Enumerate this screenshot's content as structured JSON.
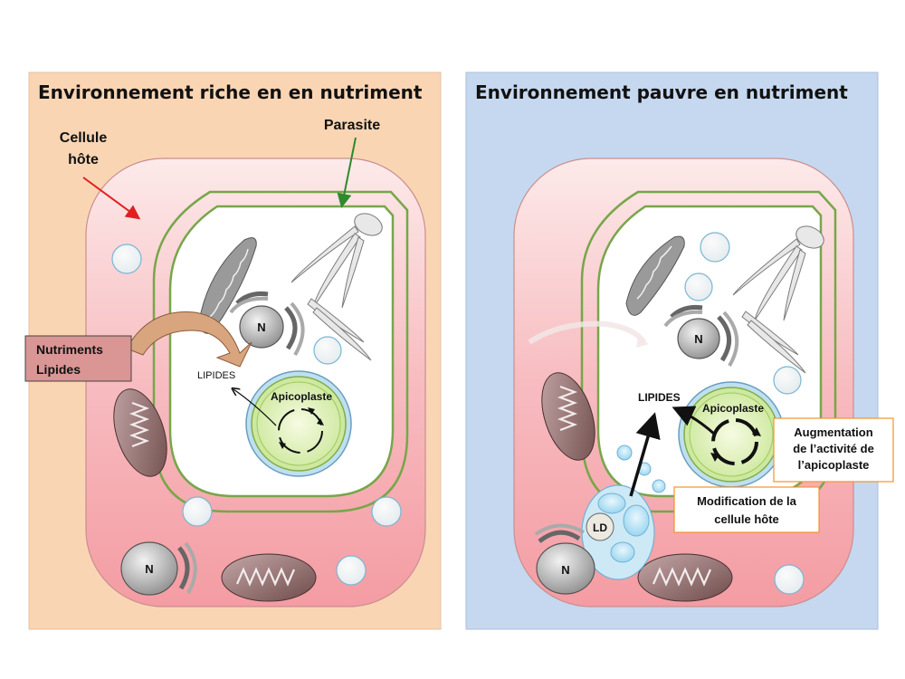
{
  "left_panel": {
    "title": "Environnement riche en en nutriment",
    "label_host_cell": "Cellule",
    "label_host_cell_2": "hôte",
    "label_parasite": "Parasite",
    "nutrients_box": [
      "Nutriments",
      "Lipides"
    ],
    "label_lipids": "LIPIDES",
    "label_apicoplast": "Apicoplaste",
    "nucleus_parasite": "N",
    "nucleus_host": "N"
  },
  "right_panel": {
    "title": "Environnement pauvre en nutriment",
    "label_lipids": "LIPIDES",
    "label_apicoplast": "Apicoplaste",
    "label_ld": "LD",
    "nucleus_parasite": "N",
    "nucleus_host": "N",
    "box_apicoplast_activity": [
      "Augmentation",
      "de l’activité de",
      "l’apicoplaste"
    ],
    "box_host_modification": [
      "Modification de la",
      "cellule hôte"
    ]
  },
  "colors": {
    "left_background": "#fad5b4",
    "right_background": "#c6d8ef",
    "host_cell_fill": "#f6a6ad",
    "parasite_membrane": "#77a64a",
    "mitochondria": "#8e6c6c",
    "nutrients_box": "#d99694",
    "box_border": "#f3932e",
    "lipid_droplet": "#a6d9f2"
  }
}
